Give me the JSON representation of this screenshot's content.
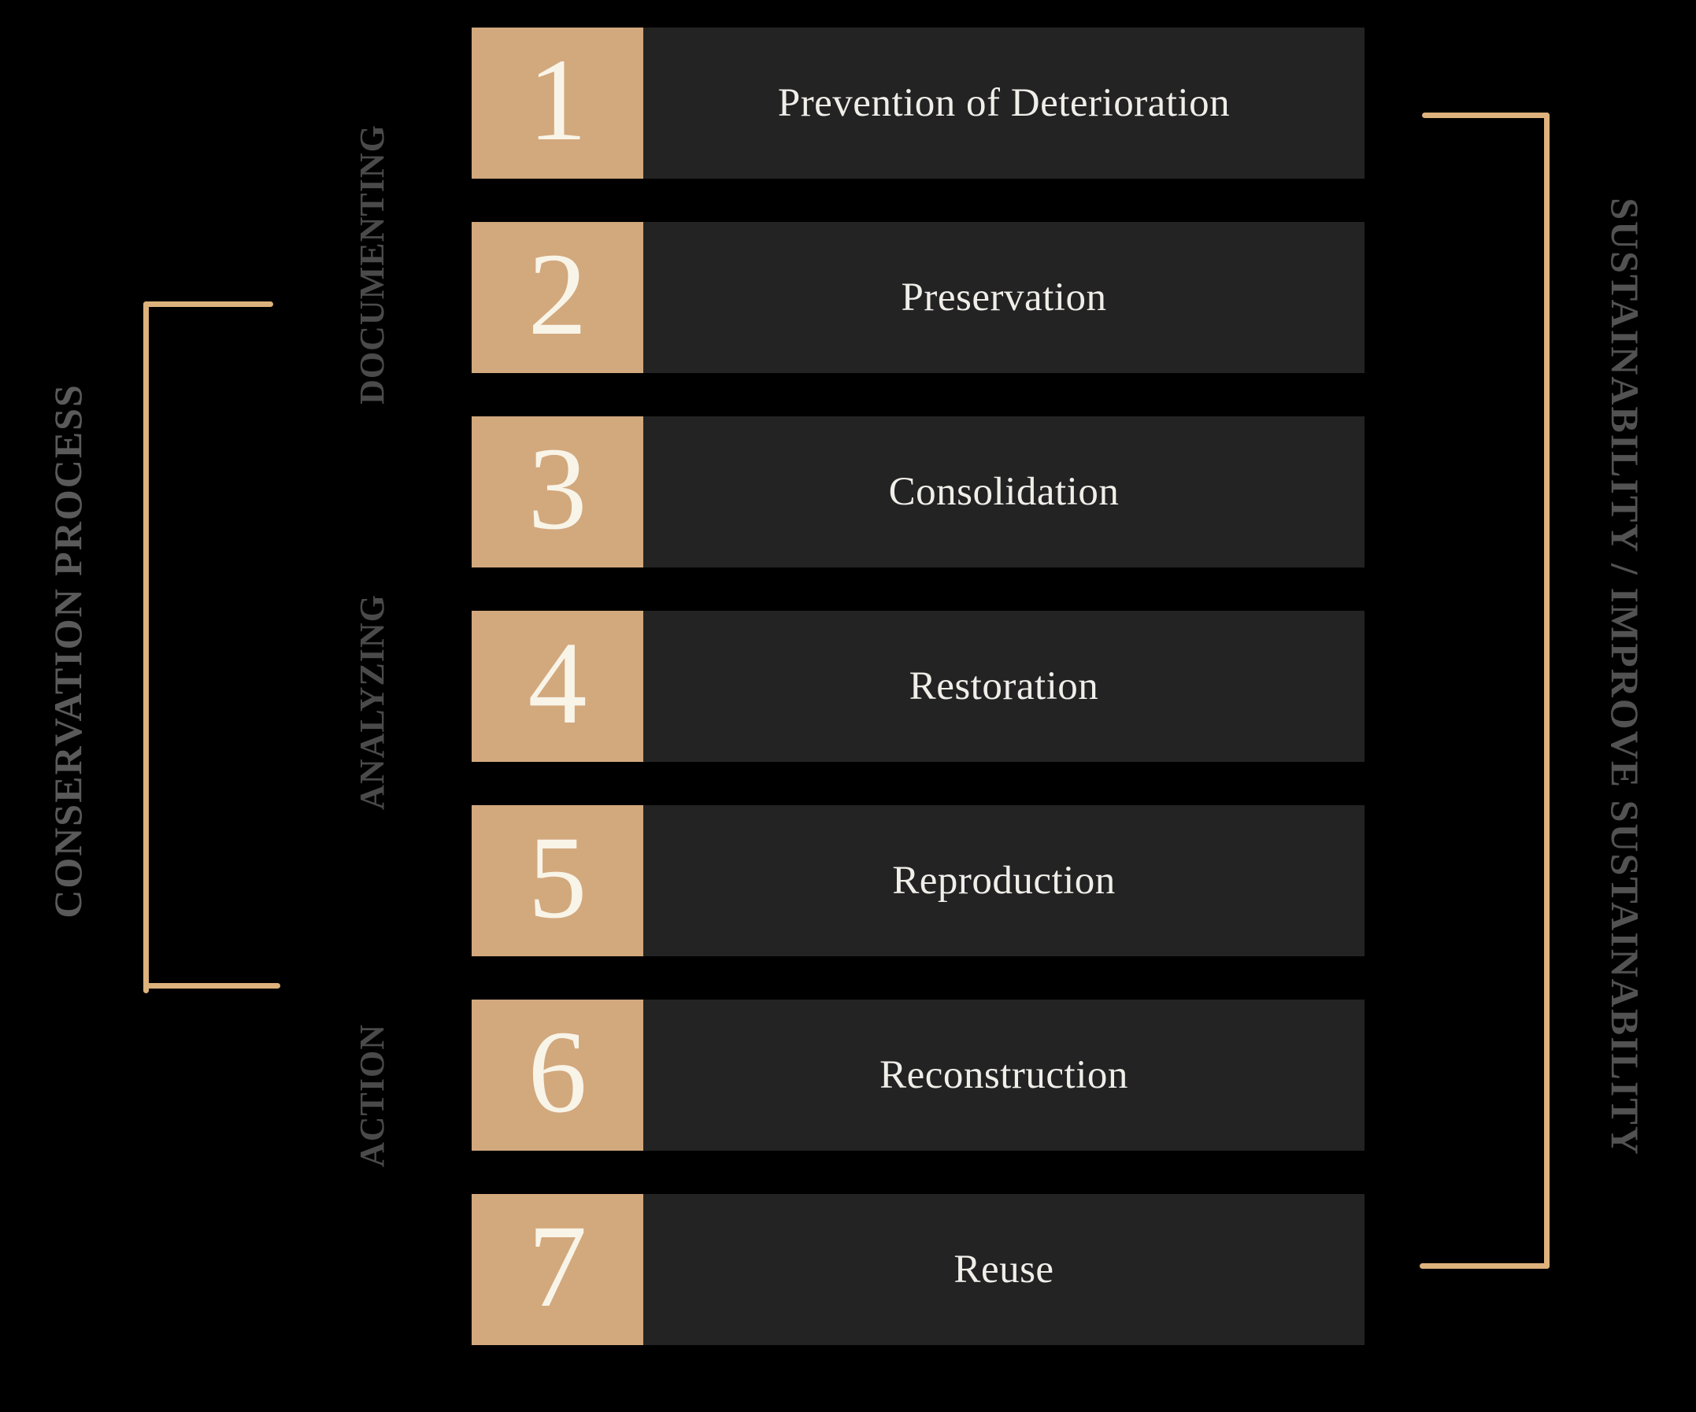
{
  "title": "Conservation process diagram",
  "steps": [
    {
      "number": "1",
      "label": "Prevention of Deterioration"
    },
    {
      "number": "2",
      "label": "Preservation"
    },
    {
      "number": "3",
      "label": "Consolidation"
    },
    {
      "number": "4",
      "label": "Restoration"
    },
    {
      "number": "5",
      "label": "Reproduction"
    },
    {
      "number": "6",
      "label": "Reconstruction"
    },
    {
      "number": "7",
      "label": "Reuse"
    }
  ],
  "side_labels": {
    "left": "CONSERVATION PROCESS",
    "phase_documenting": "DOCUMENTING",
    "phase_analyzing": "ANALYZING",
    "phase_action": "ACTION",
    "right": "SUSTAINABILITY / IMPROVE SUSTAINABILITY"
  },
  "colors": {
    "background": "#000000",
    "number_box": "#d2a87d",
    "bracket_line": "#ddb27c",
    "panel": "#232323",
    "number_text": "#f8f4e8",
    "label_text": "#f0eee9",
    "side_text_inner": "#4a4a4a",
    "side_text_left": "#5a5a5a",
    "side_text_right": "#525252"
  },
  "layout_hints": {
    "row_top_start": 35,
    "row_pitch": 247
  }
}
